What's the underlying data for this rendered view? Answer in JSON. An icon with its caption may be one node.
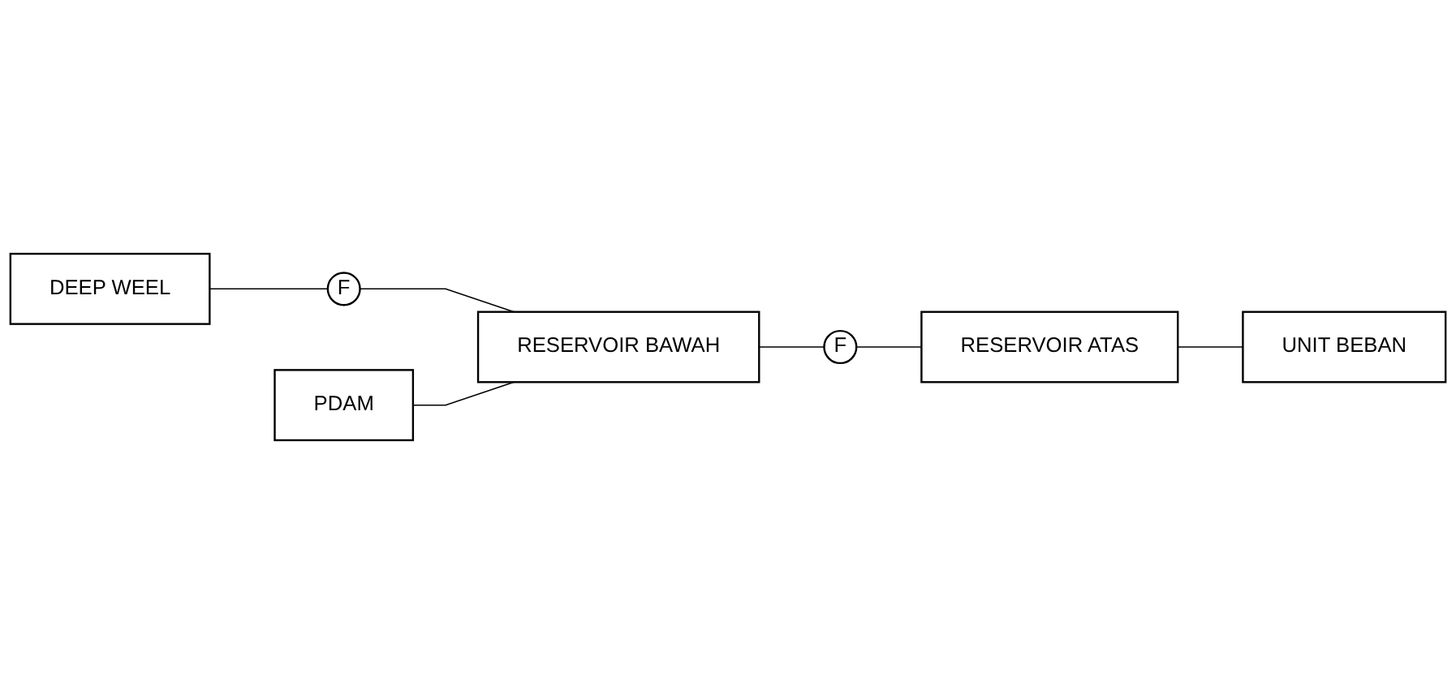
{
  "diagram": {
    "nodes": [
      {
        "text": [
          "DEEP WEEL"
        ]
      },
      {
        "text": [
          "F"
        ]
      },
      {
        "text": [
          "PDAM"
        ]
      },
      {
        "text": [
          "RESERVOIR BAWAH"
        ]
      },
      {
        "text": [
          "F"
        ]
      },
      {
        "text": [
          "RESERVOIR ATAS"
        ]
      },
      {
        "text": [
          "UNIT BEBAN"
        ]
      }
    ],
    "edges": [
      {
        "from": 0,
        "to": 1,
        "arrow": "none"
      },
      {
        "from": 1,
        "to": 3,
        "arrow": "none"
      },
      {
        "from": 2,
        "to": 3,
        "arrow": "none"
      },
      {
        "from": 3,
        "to": 4,
        "arrow": "none"
      },
      {
        "from": 4,
        "to": 5,
        "arrow": "none"
      },
      {
        "from": 5,
        "to": 6,
        "arrow": "none"
      }
    ]
  }
}
